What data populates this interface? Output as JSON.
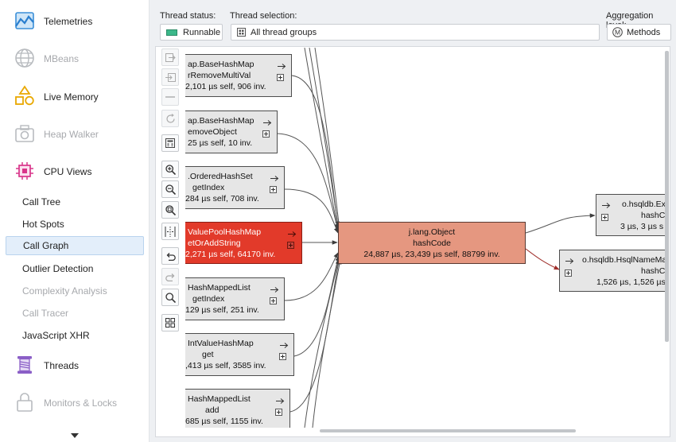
{
  "sidebar": {
    "items_big": [
      {
        "label": "Telemetries",
        "icon": "telemetries-icon",
        "disabled": false
      },
      {
        "label": "MBeans",
        "icon": "globe-icon",
        "disabled": true
      },
      {
        "label": "Live Memory",
        "icon": "shapes-icon",
        "disabled": false
      },
      {
        "label": "Heap Walker",
        "icon": "camera-icon",
        "disabled": true
      },
      {
        "label": "CPU Views",
        "icon": "cpu-icon",
        "disabled": false
      },
      {
        "label": "Threads",
        "icon": "spool-icon",
        "disabled": false
      },
      {
        "label": "Monitors & Locks",
        "icon": "lock-icon",
        "disabled": true
      }
    ],
    "cpu_sub": [
      {
        "label": "Call Tree",
        "disabled": false
      },
      {
        "label": "Hot Spots",
        "disabled": false
      },
      {
        "label": "Call Graph",
        "disabled": false,
        "selected": true
      },
      {
        "label": "Outlier Detection",
        "disabled": false
      },
      {
        "label": "Complexity Analysis",
        "disabled": true
      },
      {
        "label": "Call Tracer",
        "disabled": true
      },
      {
        "label": "JavaScript XHR",
        "disabled": false
      }
    ]
  },
  "header": {
    "thread_status_label": "Thread status:",
    "thread_status_value": "Runnable",
    "thread_status_color": "#3cb88a",
    "thread_selection_label": "Thread selection:",
    "thread_selection_value": "All thread groups",
    "aggregation_label": "Aggregation level:",
    "aggregation_value": "Methods"
  },
  "toolbar": [
    "export-icon",
    "import-icon",
    "remove-icon",
    "refresh-icon",
    "calculator-icon",
    "zoom-in-icon",
    "zoom-out-icon",
    "zoom-fit-icon",
    "align-icon",
    "undo-icon",
    "redo-icon",
    "find-icon",
    "layout-icon"
  ],
  "nodes": [
    {
      "id": "n1",
      "l1": "ap.BaseHashMap",
      "l2": "rRemoveMultiVal",
      "l3": "2,101 µs self, 906 inv.",
      "type": "normal"
    },
    {
      "id": "n2",
      "l1": "ap.BaseHashMap",
      "l2": "emoveObject",
      "l3": "25 µs self, 10 inv.",
      "type": "normal"
    },
    {
      "id": "n3",
      "l1": ".OrderedHashSet",
      "l2": "getIndex",
      "l3": "284 µs self, 708 inv.",
      "type": "normal"
    },
    {
      "id": "n4",
      "l1": "ValuePoolHashMap",
      "l2": "etOrAddString",
      "l3": "2,271 µs self, 64170 inv.",
      "type": "hot"
    },
    {
      "id": "n5",
      "l1": "HashMappedList",
      "l2": "getIndex",
      "l3": "129 µs self, 251 inv.",
      "type": "normal"
    },
    {
      "id": "n6",
      "l1": "IntValueHashMap",
      "l2": "get",
      "l3": ",413 µs self, 3585 inv.",
      "type": "normal"
    },
    {
      "id": "n7",
      "l1": "HashMappedList",
      "l2": "add",
      "l3": "685 µs self, 1155 inv.",
      "type": "normal"
    },
    {
      "id": "center",
      "l1": "j.lang.Object",
      "l2": "hashCode",
      "l3": "24,887 µs, 23,439 µs self, 88799 inv.",
      "type": "warm"
    },
    {
      "id": "r1",
      "l1": "o.hsqldb.Ex",
      "l2": "hashC",
      "l3": "3 µs, 3 µs s",
      "type": "normal"
    },
    {
      "id": "r2",
      "l1": "o.hsqldb.HsqlNameMa",
      "l2": "hashC",
      "l3": "1,526 µs, 1,526 µs",
      "type": "normal"
    }
  ]
}
